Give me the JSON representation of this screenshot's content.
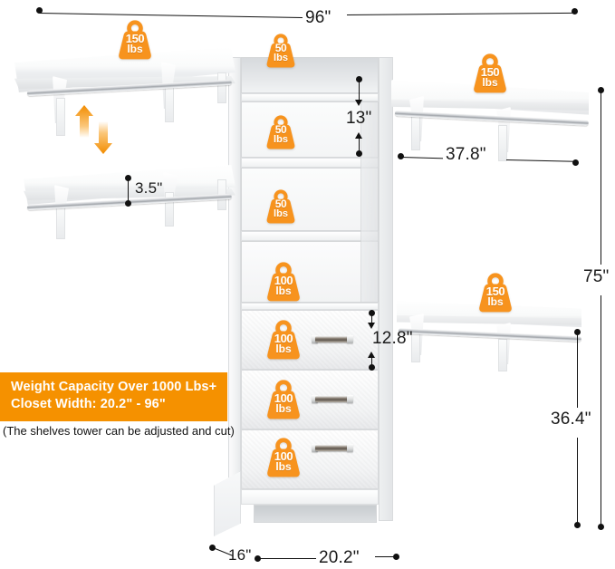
{
  "product": {
    "type": "closet-organizer-system",
    "banner_line1": "Weight Capacity Over 1000 Lbs+",
    "banner_line2": "Closet Width: 20.2\" - 96\"",
    "note": "(The shelves tower can be adjusted and cut)",
    "banner_color": "#f59100",
    "badge_color": "#f7931e"
  },
  "dimensions": {
    "overall_width": "96\"",
    "overall_height": "75\"",
    "right_section_width": "37.8\"",
    "right_lower_height": "36.4\"",
    "tower_width": "20.2\"",
    "depth": "16\"",
    "shelf_gap_top": "13\"",
    "drawer_height": "12.8\"",
    "rod_clearance": "3.5\""
  },
  "weight_badges": [
    {
      "id": "left-top-shelf",
      "value": "150",
      "unit": "lbs"
    },
    {
      "id": "tower-shelf-1",
      "value": "50",
      "unit": "lbs"
    },
    {
      "id": "right-top-shelf",
      "value": "150",
      "unit": "lbs"
    },
    {
      "id": "tower-shelf-2",
      "value": "50",
      "unit": "lbs"
    },
    {
      "id": "tower-shelf-3",
      "value": "50",
      "unit": "lbs"
    },
    {
      "id": "tower-shelf-4",
      "value": "100",
      "unit": "lbs"
    },
    {
      "id": "drawer-1",
      "value": "100",
      "unit": "lbs"
    },
    {
      "id": "right-low-shelf",
      "value": "150",
      "unit": "lbs"
    },
    {
      "id": "drawer-2",
      "value": "100",
      "unit": "lbs"
    },
    {
      "id": "drawer-3",
      "value": "100",
      "unit": "lbs"
    }
  ],
  "adjust_indicator": {
    "name": "height-adjustable-arrows",
    "up": "▲",
    "down": "▼"
  }
}
